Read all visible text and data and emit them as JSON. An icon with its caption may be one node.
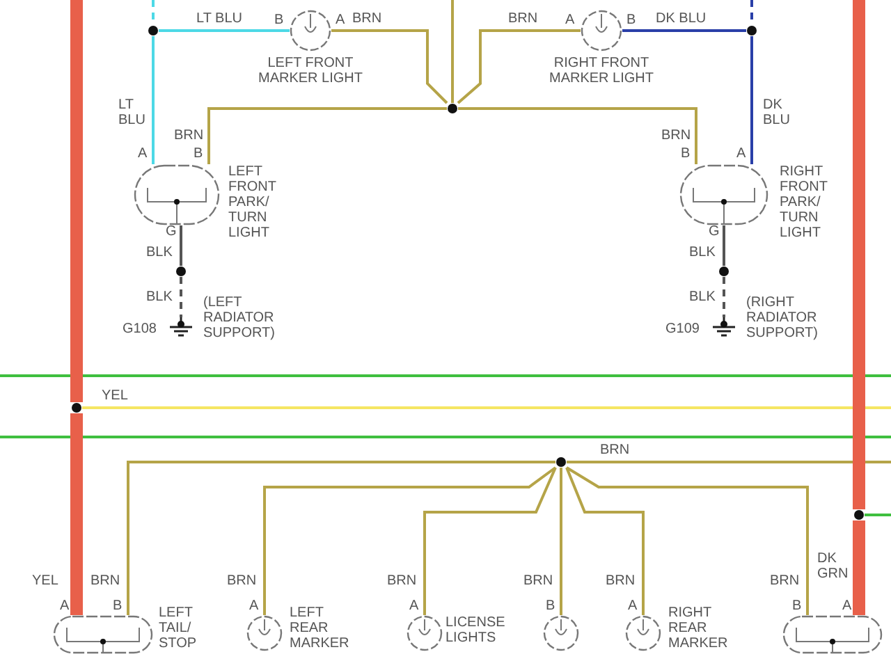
{
  "diagram": {
    "nodes": [
      {
        "text": [],
        "shape": "circle"
      },
      {
        "text": [
          "LEFT FRONT MARKER LIGHT"
        ]
      },
      {
        "text": [
          "RIGHT FRONT MARKER LIGHT"
        ]
      },
      {
        "text": [],
        "shape": "circle"
      },
      {
        "text": [],
        "shape": "circle"
      },
      {
        "text": [
          "LEFT FRONT PARK/ TURN LIGHT"
        ]
      },
      {
        "text": [
          "RIGHT FRONT PARK/ TURN LIGHT"
        ]
      },
      {
        "text": [],
        "shape": "circle"
      },
      {
        "text": [
          "G108",
          "(LEFT RADIATOR SUPPORT)"
        ]
      },
      {
        "text": [],
        "shape": "circle"
      },
      {
        "text": [
          "G109",
          "(RIGHT RADIATOR SUPPORT)"
        ]
      },
      {
        "text": [],
        "shape": "circle"
      },
      {
        "text": [],
        "shape": "circle"
      },
      {
        "text": [],
        "shape": "circle"
      },
      {
        "text": [
          "LEFT TAIL/ STOP"
        ]
      },
      {
        "text": [
          "LEFT REAR MARKER"
        ]
      },
      {
        "text": [],
        "shape": "circle"
      },
      {
        "text": [],
        "shape": "circle"
      },
      {
        "text": [
          "RIGHT REAR MARKER"
        ]
      },
      {
        "text": [],
        "shape": "oval"
      }
    ],
    "edges": [
      {
        "from": null,
        "to": 0,
        "arrow": "none",
        "style": "dashed",
        "color": "#4dd9e6"
      },
      {
        "from": 0,
        "to": 1,
        "arrow": "none",
        "label": "LT BLU",
        "color": "#4dd9e6"
      },
      {
        "from": 0,
        "to": 5,
        "arrow": "none",
        "label": "LT BLU",
        "color": "#4dd9e6"
      },
      {
        "from": 1,
        "to": 4,
        "arrow": "none",
        "label": "BRN"
      },
      {
        "from": null,
        "to": 4,
        "arrow": "none"
      },
      {
        "from": 2,
        "to": 4,
        "arrow": "none",
        "label": "BRN"
      },
      {
        "from": null,
        "to": 3,
        "arrow": "none",
        "style": "dashed",
        "color": "#2a3fa8"
      },
      {
        "from": 2,
        "to": 3,
        "arrow": "none",
        "label": "DK BLU",
        "color": "#2a3fa8"
      },
      {
        "from": 3,
        "to": 6,
        "arrow": "none",
        "label": "DK BLU",
        "color": "#2a3fa8"
      },
      {
        "from": 4,
        "to": 5,
        "arrow": "none",
        "label": "BRN"
      },
      {
        "from": 4,
        "to": 6,
        "arrow": "none",
        "label": "BRN"
      },
      {
        "from": 5,
        "to": 7,
        "arrow": "none",
        "label": "BLK",
        "color": "#555555"
      },
      {
        "from": 7,
        "to": 8,
        "arrow": "none",
        "label": "BLK",
        "style": "dashed",
        "color": "#555555"
      },
      {
        "from": 6,
        "to": 9,
        "arrow": "none",
        "label": "BLK",
        "color": "#555555"
      },
      {
        "from": 9,
        "to": 10,
        "arrow": "none",
        "label": "BLK",
        "style": "dashed",
        "color": "#555555"
      },
      {
        "from": null,
        "to": 11,
        "arrow": "none",
        "style": "thick",
        "color": "#e8604a"
      },
      {
        "from": 11,
        "to": 14,
        "arrow": "none",
        "label": "YEL",
        "style": "thick",
        "color": "#e8604a"
      },
      {
        "from": 11,
        "to": null,
        "arrow": "none",
        "label": "YEL",
        "color": "#f5e663"
      },
      {
        "from": 12,
        "to": null,
        "arrow": "none",
        "label": "BRN"
      },
      {
        "from": 12,
        "to": 14,
        "arrow": "none",
        "label": "BRN"
      },
      {
        "from": 12,
        "to": 15,
        "arrow": "none",
        "label": "BRN"
      },
      {
        "from": 12,
        "to": 16,
        "arrow": "none",
        "label": "BRN"
      },
      {
        "from": 12,
        "to": 17,
        "arrow": "none",
        "label": "BRN"
      },
      {
        "from": 12,
        "to": 18,
        "arrow": "none",
        "label": "BRN"
      },
      {
        "from": 12,
        "to": 19,
        "arrow": "none",
        "label": "BRN"
      },
      {
        "from": null,
        "to": 13,
        "arrow": "none",
        "style": "thick",
        "color": "#e8604a"
      },
      {
        "from": 13,
        "to": 19,
        "arrow": "none",
        "label": "DK GRN",
        "style": "thick",
        "color": "#e8604a"
      },
      {
        "from": 13,
        "to": null,
        "arrow": "none",
        "color": "#3fbf3f"
      }
    ],
    "labels": [
      "B",
      "A",
      "A",
      "B",
      "A",
      "B",
      "B",
      "A",
      "G",
      "G",
      "A",
      "B",
      "A",
      "A",
      "B",
      "A",
      "B",
      "A",
      "LICENSE LIGHTS"
    ]
  }
}
